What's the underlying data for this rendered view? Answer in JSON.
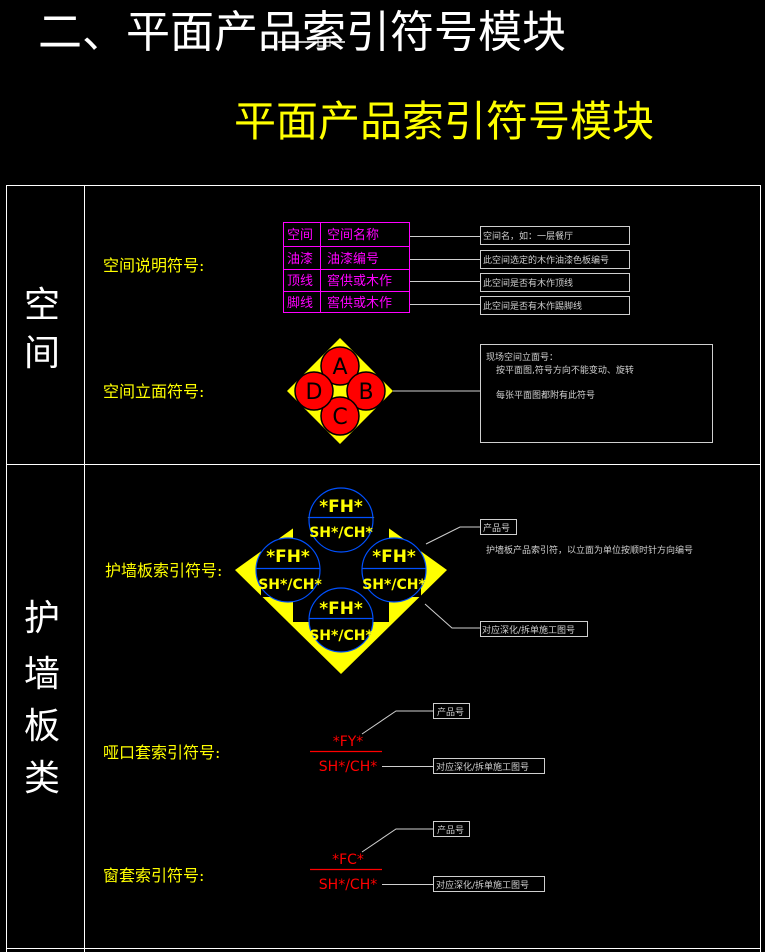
{
  "page": {
    "heading": "二、平面产品索引符号模块",
    "subheading": "平面产品索引符号模块"
  },
  "colors": {
    "background": "#000000",
    "white": "#ffffff",
    "yellow": "#ffff00",
    "magenta": "#ff00ff",
    "red": "#ff0000",
    "blue": "#0050ff",
    "gray": "#cfcfcf"
  },
  "sections": [
    {
      "label": "空间",
      "chars": [
        "空",
        "间"
      ]
    },
    {
      "label": "护墙板类",
      "chars": [
        "护",
        "墙",
        "板",
        "类"
      ]
    }
  ],
  "space": {
    "description_label": "空间说明符号:",
    "table": {
      "rows": [
        {
          "left": "空间",
          "right": "空间名称",
          "note": "空间名，如：一层餐厅"
        },
        {
          "left": "油漆",
          "right": "油漆编号",
          "note": "此空间选定的木作油漆色板编号"
        },
        {
          "left": "顶线",
          "right": "窖供或木作",
          "note": "此空间是否有木作顶线"
        },
        {
          "left": "脚线",
          "right": "窖供或木作",
          "note": "此空间是否有木作踢脚线"
        }
      ]
    },
    "elevation_label": "空间立面符号:",
    "elevation_letters": {
      "top": "A",
      "right": "B",
      "bottom": "C",
      "left": "D"
    },
    "elevation_note": {
      "title": "现场空间立面号：",
      "line1": "按平面图,符号方向不能变动、旋转",
      "line2": "每张平面图都附有此符号"
    }
  },
  "panel": {
    "wall_label": "护墙板索引符号:",
    "circles": [
      {
        "pos": "top",
        "code": "*FH*",
        "drawing": "SH*/CH*"
      },
      {
        "pos": "left",
        "code": "*FH*",
        "drawing": "SH*/CH*"
      },
      {
        "pos": "right",
        "code": "*FH*",
        "drawing": "SH*/CH*"
      },
      {
        "pos": "bottom",
        "code": "*FH*",
        "drawing": "SH*/CH*"
      }
    ],
    "product_note": "产品号",
    "rule_note": "护墙板产品索引符，以立面为单位按顺时针方向编号",
    "drawing_note": "对应深化/拆单施工图号",
    "door_label": "哑口套索引符号:",
    "door_code": "*FY*",
    "door_drawing": "SH*/CH*",
    "door_product_note": "产品号",
    "door_drawing_note": "对应深化/拆单施工图号",
    "window_label": "窗套索引符号:",
    "window_code": "*FC*",
    "window_drawing": "SH*/CH*",
    "window_product_note": "产品号",
    "window_drawing_note": "对应深化/拆单施工图号"
  }
}
